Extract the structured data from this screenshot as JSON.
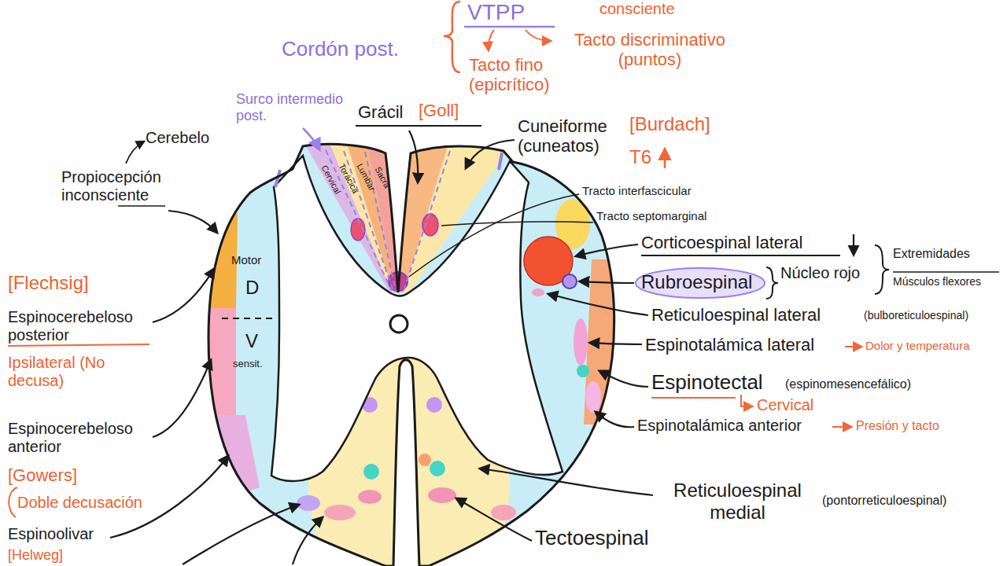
{
  "diagram": {
    "labels": [
      "VTPP",
      "consciente",
      "Cordón post.",
      "Tacto fino (epicrítico)",
      "Tacto discriminativo (puntos)",
      "Surco intermedio post.",
      "Grácil",
      "[Goll]",
      "Cuneiforme (cuneatos)",
      "[Burdach]",
      "T6",
      "Cerebelo",
      "Propiocepción inconsciente",
      "[Flechsig]",
      "Espinocerebeloso posterior",
      "Ipsilateral (No decusa)",
      "Espinocerebeloso anterior",
      "[Gowers]",
      "Doble decusación",
      "Espinoolivar",
      "[Helweg]",
      "Cervical",
      "Torácica",
      "Lumbar",
      "Sacra",
      "Motor",
      "D",
      "V",
      "sensit.",
      "Tracto interfascicular",
      "Tracto septomarginal",
      "Corticoespinal lateral",
      "Rubroespinal",
      "Núcleo rojo",
      "Extremidades",
      "Músculos flexores",
      "Reticuloespinal lateral",
      "(bulboreticuloespinal)",
      "Espinotalámica lateral",
      "Dolor y temperatura",
      "Espinotectal",
      "(espinomesencefálico)",
      "Cervical",
      "Espinotalámica anterior",
      "Presión y tacto",
      "Reticuloespinal medial",
      "(pontorreticuloespinal)",
      "Tectoespinal"
    ]
  }
}
